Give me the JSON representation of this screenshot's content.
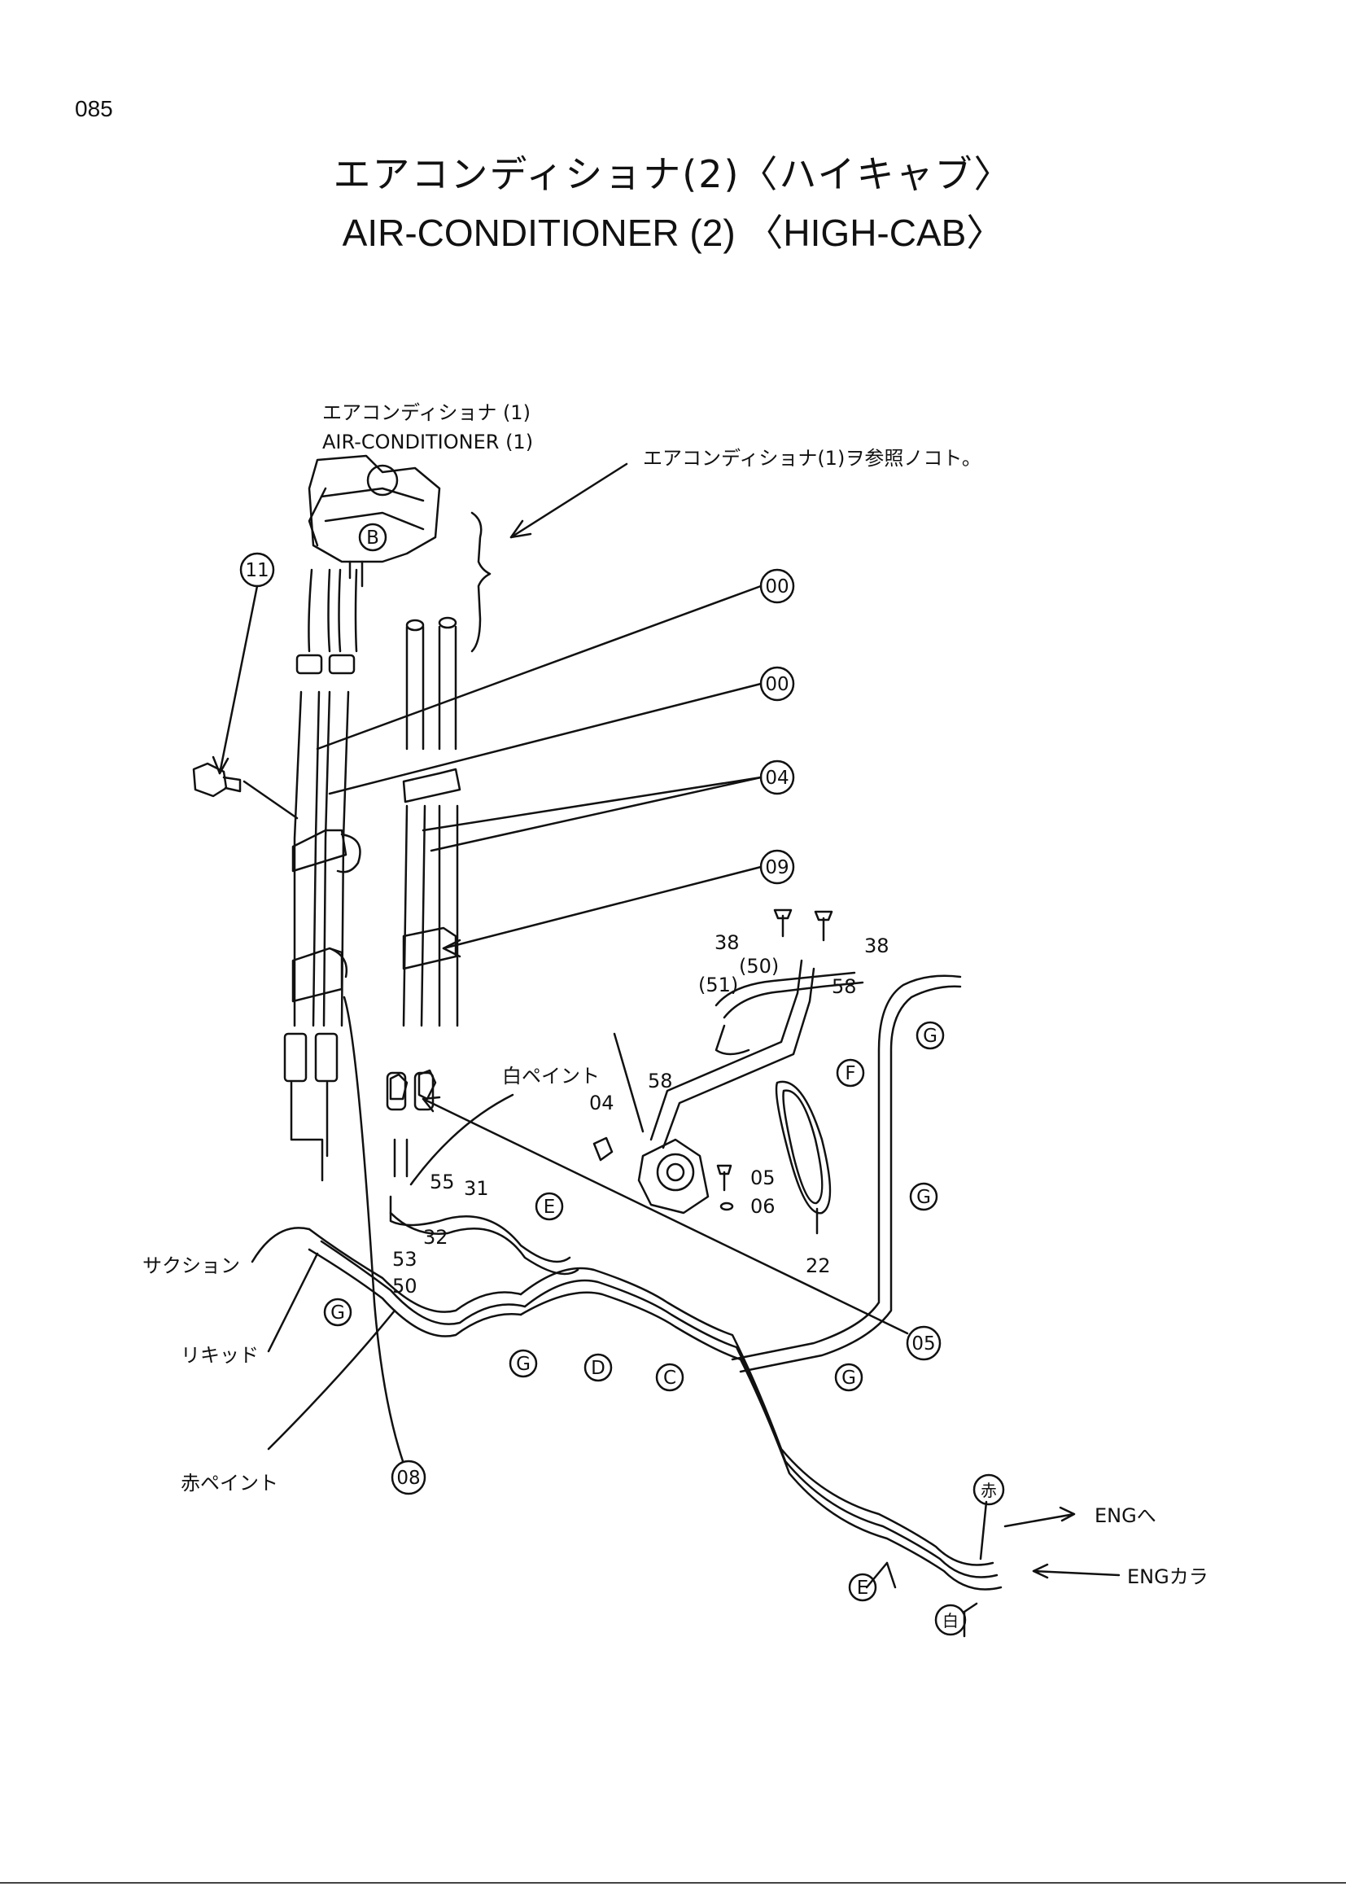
{
  "page_number": "085",
  "title_jp": "エアコンディショナ(2)〈ハイキャブ〉",
  "title_en": "AIR-CONDITIONER (2) 〈HIGH-CAB〉",
  "ref_label_jp": "エアコンディショナ (1)",
  "ref_label_en": "AIR-CONDITIONER (1)",
  "ref_note": "エアコンディショナ(1)ヲ参照ノコト。",
  "circled_parts": [
    "11",
    "00",
    "00",
    "04",
    "09",
    "05",
    "08"
  ],
  "circled_letters": [
    "B",
    "E",
    "G",
    "G",
    "D",
    "C",
    "G",
    "F",
    "G",
    "G",
    "E"
  ],
  "circled_color_red": "赤",
  "circled_color_white": "白",
  "part_numbers": {
    "p38a": "38",
    "p38b": "38",
    "p50_paren": "(50)",
    "p51_paren": "(51)",
    "p58a": "58",
    "p58b": "58",
    "p04": "04",
    "p05": "05",
    "p06": "06",
    "p22": "22",
    "p55": "55",
    "p31": "31",
    "p32": "32",
    "p53": "53",
    "p50": "50"
  },
  "notes": {
    "white_paint": "白ペイント",
    "suction": "サクション",
    "liquid": "リキッド",
    "red_paint": "赤ペイント",
    "eng_to": "ENGへ",
    "eng_from": "ENGカラ"
  },
  "colors": {
    "line": "#111111",
    "background": "#ffffff"
  }
}
